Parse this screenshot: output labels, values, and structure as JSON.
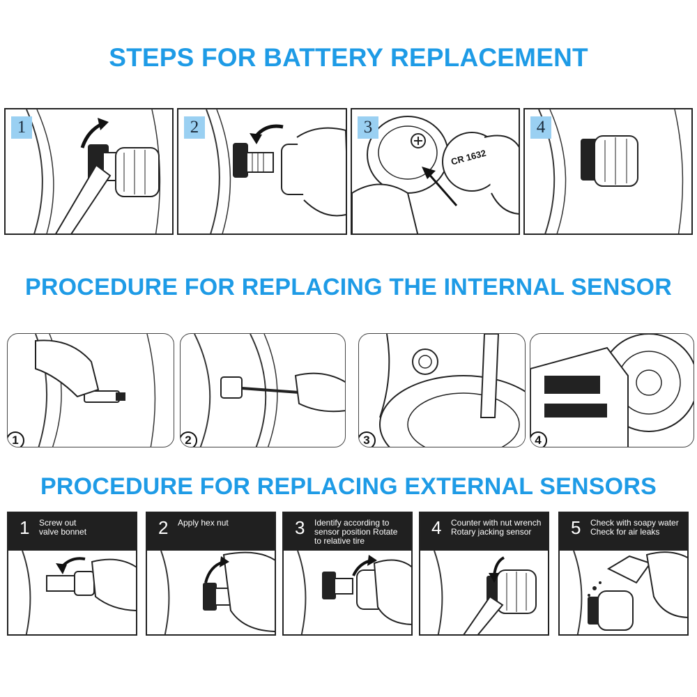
{
  "battery_section": {
    "title": "STEPS FOR BATTERY REPLACEMENT",
    "steps": [
      {
        "number": "1"
      },
      {
        "number": "2"
      },
      {
        "number": "3",
        "battery_label": "CR 1632"
      },
      {
        "number": "4"
      }
    ]
  },
  "internal_section": {
    "title": "PROCEDURE FOR REPLACING THE INTERNAL SENSOR",
    "steps": [
      {
        "number": "1"
      },
      {
        "number": "2"
      },
      {
        "number": "3"
      },
      {
        "number": "4"
      }
    ]
  },
  "external_section": {
    "title": "PROCEDURE FOR REPLACING EXTERNAL SENSORS",
    "steps": [
      {
        "number": "1",
        "text": "Screw out\nvalve bonnet"
      },
      {
        "number": "2",
        "text": "Apply hex nut"
      },
      {
        "number": "3",
        "text": "Identify according to\nsensor position Rotate\nto relative tire"
      },
      {
        "number": "4",
        "text": "Counter with nut wrench\nRotary jacking sensor"
      },
      {
        "number": "5",
        "text": "Check with soapy water\nCheck for air leaks"
      }
    ]
  },
  "colors": {
    "title_blue": "#1e9be6",
    "badge_blue": "#9ad0f2",
    "header_black": "#202020"
  }
}
